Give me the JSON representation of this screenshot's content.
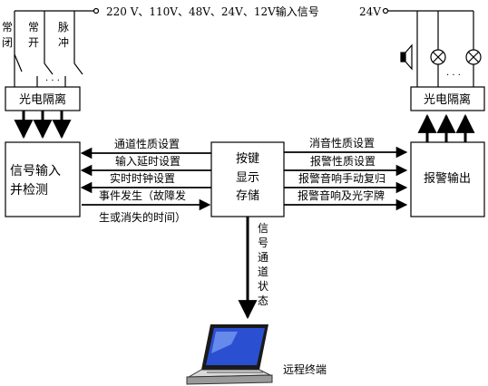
{
  "input_signal_label": "220 V、110V、48V、24V、12V输入信号",
  "supply_label": "24V",
  "switch_labels": {
    "nc": [
      "常",
      "闭"
    ],
    "no": [
      "常",
      "开"
    ],
    "pulse": [
      "脉",
      "冲"
    ]
  },
  "input_dots": "· · ·",
  "output_dots": "· · ·",
  "left_isolation": "光电隔离",
  "right_isolation": "光电隔离",
  "signal_box": [
    "信号输入",
    "并检测"
  ],
  "center_box": [
    "按键",
    "显示",
    "存储"
  ],
  "alarm_box": "报警输出",
  "left_flows": [
    "通道性质设置",
    "输入延时设置",
    "实时时钟设置",
    "事件发生（故障发",
    "生或消失的时间）"
  ],
  "right_flows": [
    "消音性质设置",
    "报警性质设置",
    "报警音响手动复归",
    "报警音响及光字牌"
  ],
  "channel_status": [
    "信",
    "号",
    "通",
    "道",
    "状",
    "态"
  ],
  "terminal_label": "远程终端"
}
